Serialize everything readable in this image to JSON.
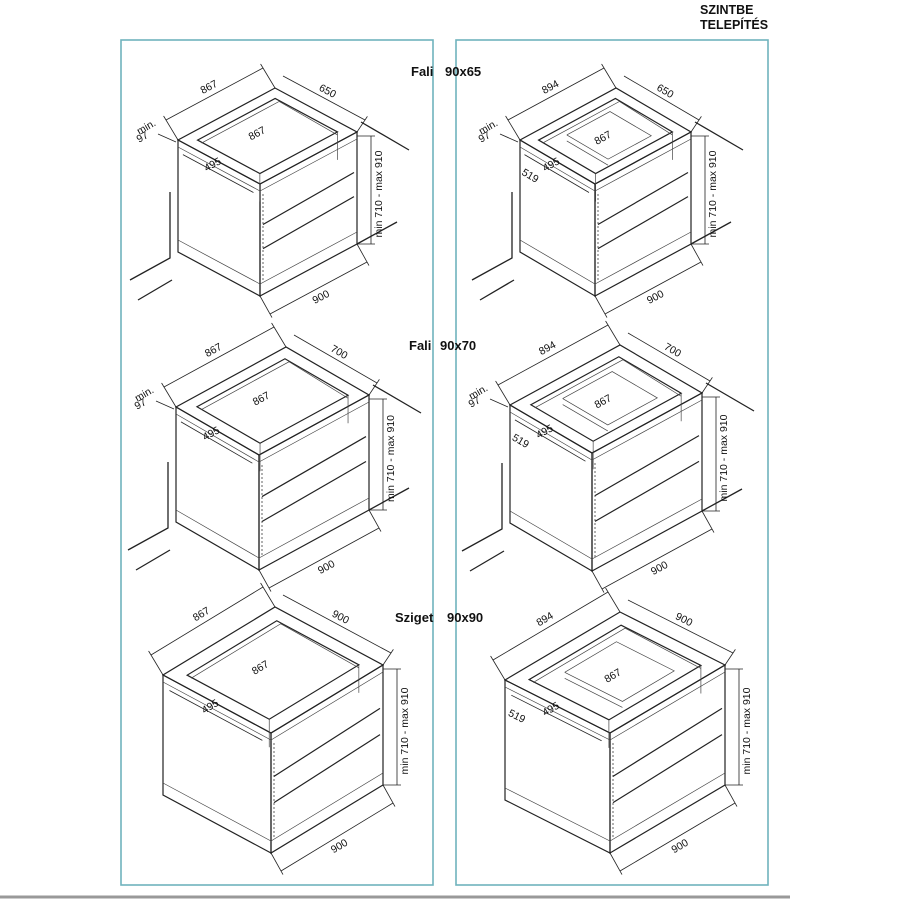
{
  "header": {
    "line1": "SZINTBE",
    "line2": "TELEPÍTÉS"
  },
  "sections": [
    {
      "prefix": "Fali",
      "size": "90x65"
    },
    {
      "prefix": "Fali",
      "size": "90x70"
    },
    {
      "prefix": "Sziget",
      "size": "90x90"
    }
  ],
  "dims": {
    "w867": "867",
    "w894": "894",
    "d650": "650",
    "d700": "700",
    "d900": "900",
    "i495": "495",
    "i519": "519",
    "front900": "900",
    "min_a": "min.",
    "min_b": "97",
    "height": "min 710 - max 910"
  }
}
